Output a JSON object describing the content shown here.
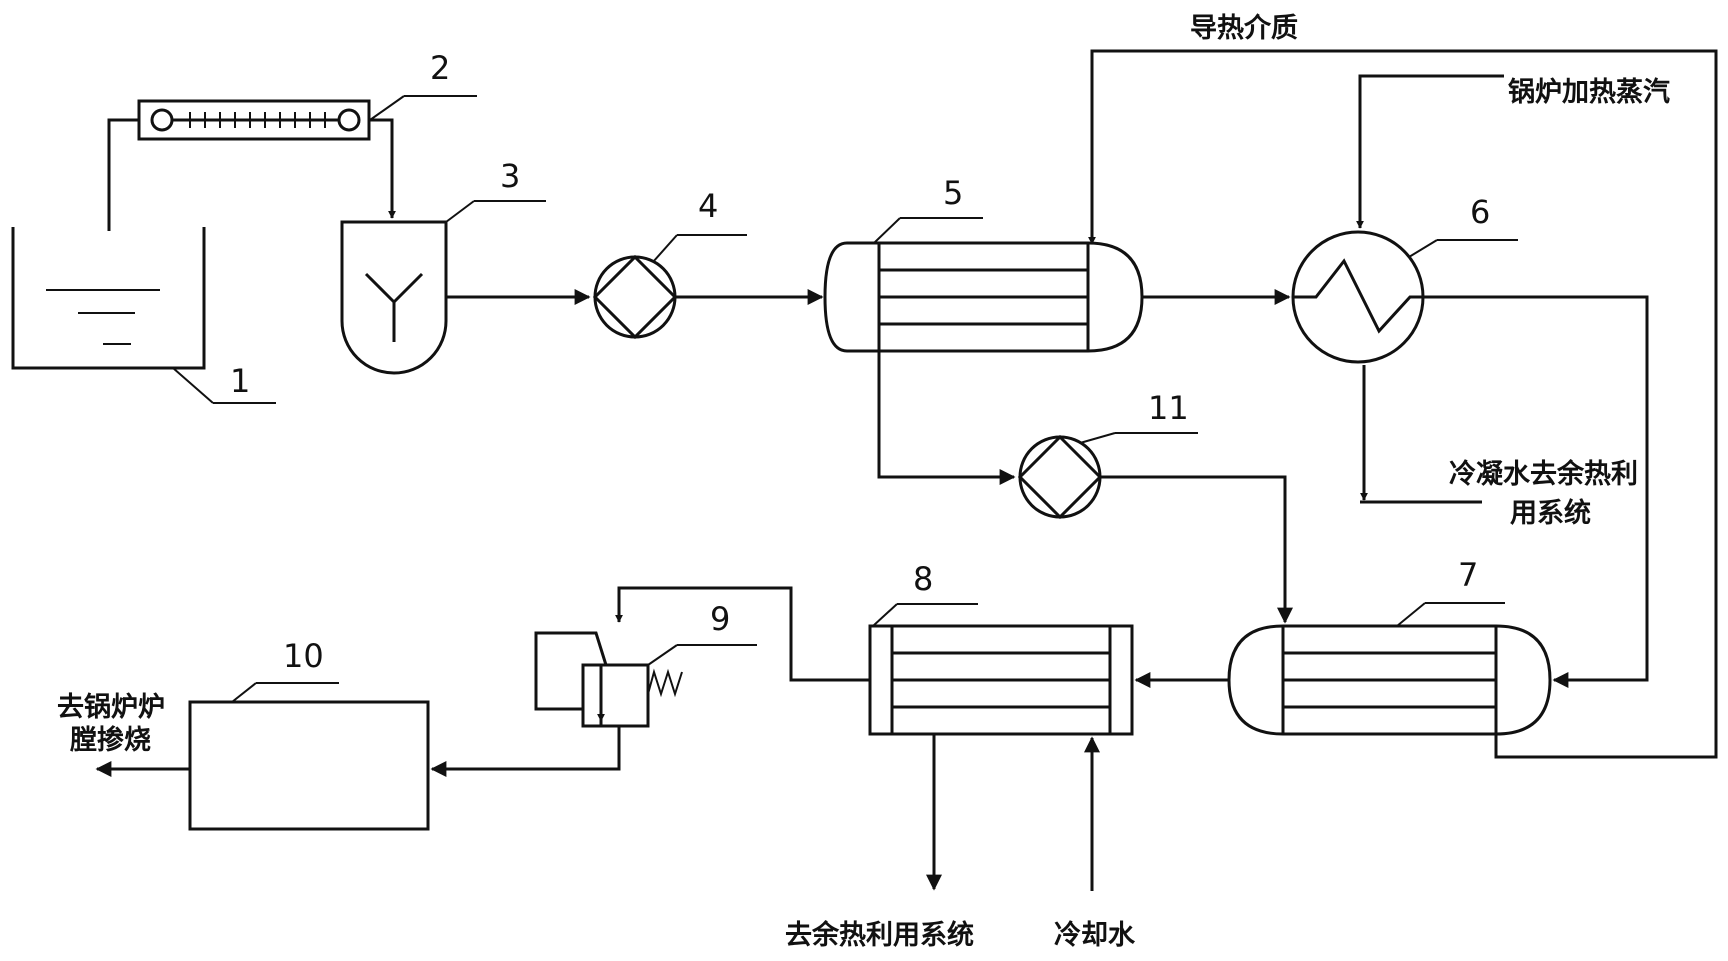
{
  "labels": {
    "n1": "1",
    "n2": "2",
    "n3": "3",
    "n4": "4",
    "n5": "5",
    "n6": "6",
    "n7": "7",
    "n8": "8",
    "n9": "9",
    "n10": "10",
    "n11": "11",
    "heat_medium": "导热介质",
    "boiler_steam": "锅炉加热蒸汽",
    "condensate_line1": "冷凝水去余热利",
    "condensate_line2": "用系统",
    "to_furnace_line1": "去锅炉炉",
    "to_furnace_line2": "膛掺烧",
    "waste_heat": "去余热利用系统",
    "cooling_water": "冷却水"
  }
}
